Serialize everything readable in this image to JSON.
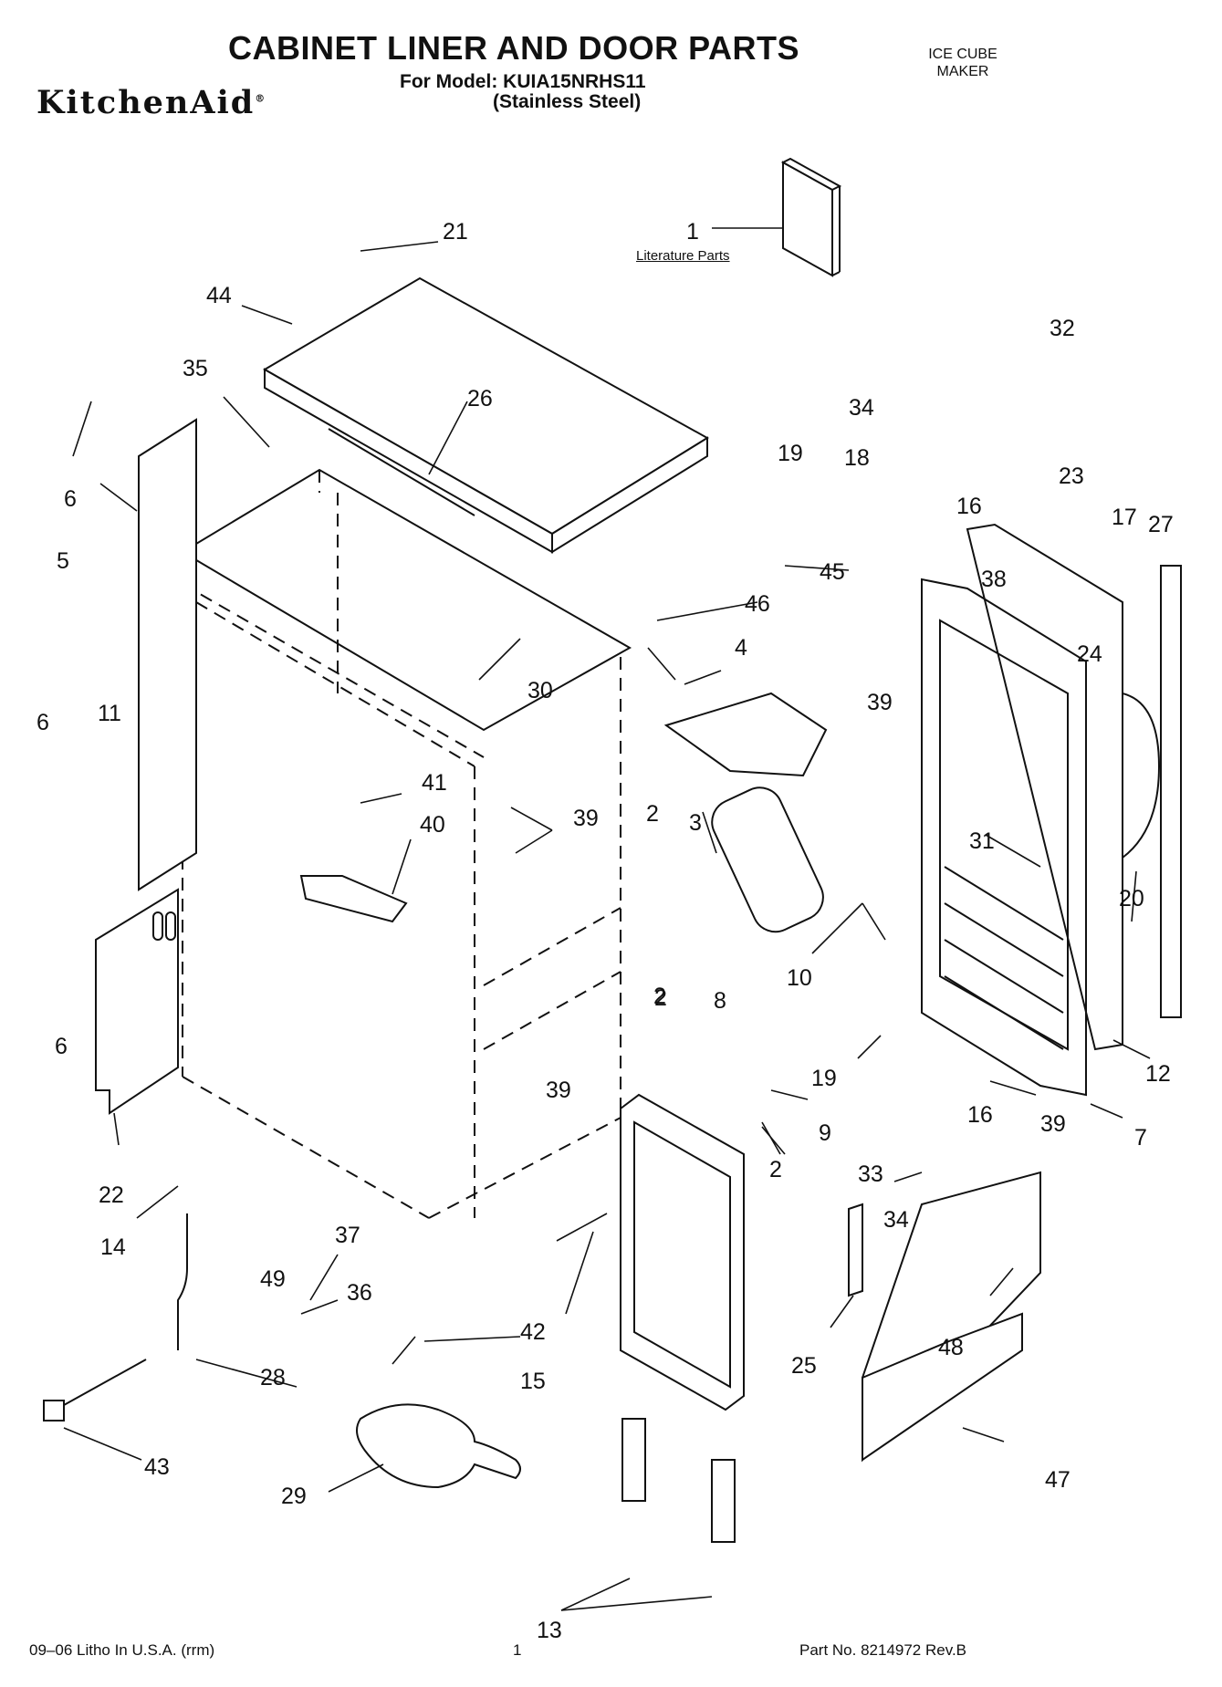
{
  "header": {
    "title": "CABINET LINER AND DOOR PARTS",
    "model_line": "For Model: KUIA15NRHS11",
    "finish_line": "(Stainless Steel)",
    "brand_logo": "KitchenAid",
    "category_line1": "ICE CUBE",
    "category_line2": "MAKER"
  },
  "diagram": {
    "literature_label": "Literature Parts",
    "callouts": [
      "1",
      "2",
      "2",
      "2",
      "2",
      "3",
      "4",
      "5",
      "6",
      "6",
      "6",
      "7",
      "8",
      "9",
      "10",
      "11",
      "12",
      "13",
      "14",
      "15",
      "16",
      "16",
      "17",
      "18",
      "19",
      "19",
      "20",
      "21",
      "22",
      "23",
      "24",
      "25",
      "26",
      "27",
      "28",
      "29",
      "30",
      "31",
      "32",
      "33",
      "34",
      "34",
      "35",
      "36",
      "37",
      "38",
      "39",
      "39",
      "39",
      "39",
      "40",
      "41",
      "42",
      "43",
      "44",
      "45",
      "46",
      "47",
      "48",
      "49"
    ]
  },
  "footer": {
    "litho": "09–06 Litho In U.S.A. (rrm)",
    "page": "1",
    "part_no": "Part No. 8214972 Rev.B"
  }
}
